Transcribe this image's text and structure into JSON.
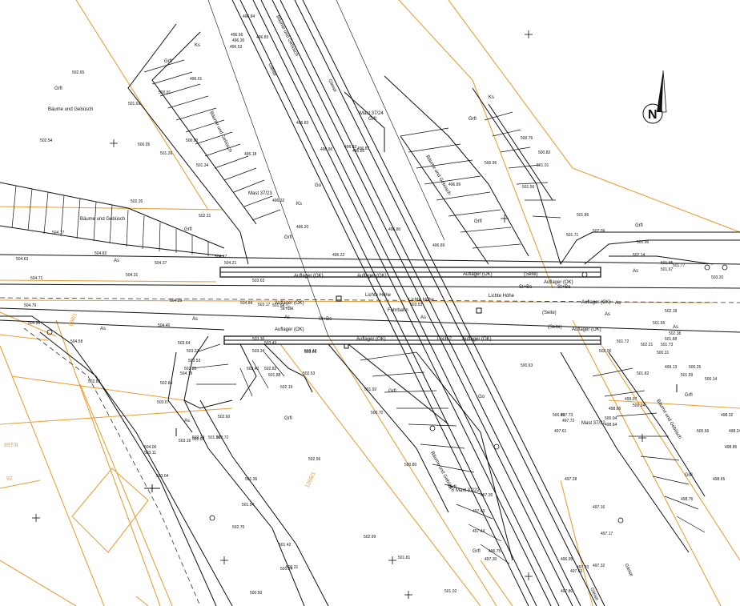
{
  "labels": {
    "grfl": "Grfl",
    "as": "As",
    "go": "Go",
    "ks": "Ks",
    "baeume": "Bäume und Gebüsch",
    "baeume_top": "Bäume und Gebüsch",
    "baeume_right": "Bäume und Gebüsch",
    "baeume_bottom": "Bäume und Gebüsch",
    "gleise": "Gleise",
    "mast_top": "Mast 37/24",
    "mast_left": "Mast 37/23",
    "mast_right": "Mast 37/32",
    "mast_bottom": "Mast 37/22",
    "auflager_ok": "Auflager (OK)",
    "lichte_hoehe": "Lichte Höhe",
    "lichte_hoehe_val": "503.53",
    "loch": "Loch 2",
    "seite": "(Seite)",
    "stbe": "St+Be",
    "fahrbahn": "Fahrbahn",
    "nordpfeil": "N",
    "parcel_898": "898/1",
    "parcel_897": "897/8",
    "parcel_1268": "1268/1",
    "parcel_92": "92"
  },
  "elevations": [
    "502.65",
    "502.54",
    "500.05",
    "501.61",
    "501.26",
    "501.34",
    "502.35",
    "502.31",
    "500.91",
    "500.90",
    "496.84",
    "496.83",
    "496.53",
    "496.01",
    "496.30",
    "496.56",
    "496.85",
    "496.82",
    "496.87",
    "496.66",
    "496.18",
    "496.32",
    "496.20",
    "496.22",
    "496.83",
    "496.80",
    "496.89",
    "496.86",
    "500.96",
    "500.76",
    "500.82",
    "501.01",
    "501.56",
    "501.86",
    "501.96",
    "501.67",
    "501.71",
    "502.09",
    "502.14",
    "501.95",
    "501.77",
    "503.20",
    "504.17",
    "504.21",
    "504.63",
    "504.71",
    "504.79",
    "504.96",
    "504.58",
    "504.29",
    "504.40",
    "504.82",
    "504.37",
    "504.31",
    "504.77",
    "504.84",
    "503.17",
    "503.63",
    "503.64",
    "503.27",
    "503.53",
    "503.07",
    "502.82",
    "502.53",
    "503.66",
    "502.19",
    "501.88",
    "501.64",
    "501.92",
    "502.56",
    "502.99",
    "501.81",
    "501.02",
    "500.80",
    "500.70",
    "500.31",
    "500.50",
    "501.24",
    "501.42",
    "501.54",
    "501.36",
    "501.96",
    "502.60",
    "502.72",
    "502.74",
    "503.16",
    "502.84",
    "502.85",
    "502.89",
    "504.19",
    "504.06",
    "503.11",
    "503.04",
    "502.70",
    "502.05",
    "503.30",
    "503.43",
    "503.42",
    "503.34",
    "503.40",
    "500.63",
    "497.73",
    "497.72",
    "497.61",
    "497.44",
    "497.43",
    "497.35",
    "497.16",
    "497.17",
    "497.32",
    "497.70",
    "497.28",
    "497.30",
    "496.75",
    "496.95",
    "497.63",
    "497.80",
    "500.09",
    "500.31",
    "501.73",
    "501.72",
    "501.66",
    "501.88",
    "502.18",
    "502.21",
    "502.38",
    "502.06",
    "501.82",
    "501.99",
    "500.14",
    "500.25",
    "500.66",
    "499.13",
    "498.32",
    "498.24",
    "498.85",
    "498.65",
    "498.76",
    "499.07",
    "500.94",
    "498.66",
    "500.04",
    "498.64",
    "502.47",
    "503.35",
    "501.40",
    "501.32"
  ]
}
